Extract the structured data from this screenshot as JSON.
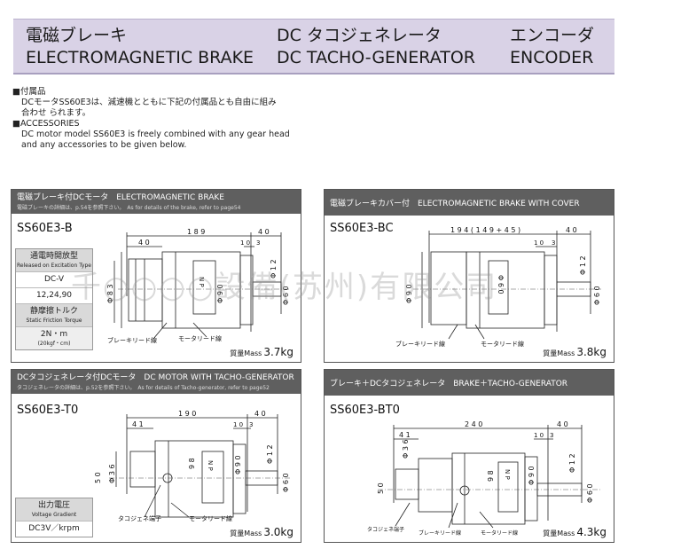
{
  "banner": {
    "brake_jp": "電磁ブレーキ",
    "brake_en": "ELECTROMAGNETIC BRAKE",
    "tacho_jp": "DC タコジェネレータ",
    "tacho_en": "DC TACHO-GENERATOR",
    "encoder_jp": "エンコーダ",
    "encoder_en": "ENCODER"
  },
  "accessories": {
    "heading_jp": "■付属品",
    "text_jp_1": "DCモータSS60E3は、減速機とともに下記の付属品とも自由に組み",
    "text_jp_2": "合わせ られます。",
    "heading_en": "■ACCESSORIES",
    "text_en_1": "DC motor model SS60E3 is freely combined with any gear head",
    "text_en_2": "and any accessories to be given below."
  },
  "panels": {
    "brake": {
      "title": "電磁ブレーキ付DCモータ　ELECTROMAGNETIC BRAKE",
      "subtitle": "電磁ブレーキの詳細は、p.54を参照下さい。　As for details of the brake, refer to page54",
      "model": "SS60E3-B",
      "spec_h1_jp": "通電時開放型",
      "spec_h1_en": "Released on Excitation Type",
      "spec_v1": "DC-V",
      "spec_v2": "12,24,90",
      "spec_h2_jp": "静摩擦トルク",
      "spec_h2_en": "Static Friction Torque",
      "spec_v3": "2N・m",
      "spec_v3_sub": "(20kgf・cm)",
      "mass_label": "質量Mass",
      "mass_value": "3.7kg",
      "dims": {
        "d189": "1 8 9",
        "d40a": "4 0",
        "d40b": "4 0",
        "d10": "1 0",
        "d3": "3",
        "phi83": "Φ 8 3",
        "phi90": "Φ 9 0",
        "phi12": "Φ 1 2",
        "phi60": "Φ 6 0",
        "np": "N P",
        "lead_brake": "ブレーキリード線",
        "lead_motor": "モータリード線"
      }
    },
    "brake_cover": {
      "title": "電磁ブレーキカバー付　ELECTROMAGNETIC BRAKE WITH COVER",
      "model": "SS60E3-BC",
      "mass_label": "質量Mass",
      "mass_value": "3.8kg",
      "dims": {
        "d194": "1 9 4 ( 1 4 9 + 4 5 )",
        "d40": "4 0",
        "d10": "1 0",
        "d3": "3",
        "phi90": "Φ 9 0",
        "phi60i": "Φ 6 0",
        "phi12": "Φ 1 2",
        "phi60": "Φ 6 0",
        "lead_brake": "ブレーキリード線",
        "lead_motor": "モータリード線"
      }
    },
    "tacho": {
      "title": "DCタコジェネレータ付DCモータ　DC MOTOR WITH TACHO-GENERATOR",
      "subtitle": "タコジェネレータの詳細は、p.52を参照下さい。　As for details of Tacho-generator, refer to page52",
      "model": "SS60E3-T0",
      "spec_h1_jp": "出力電圧",
      "spec_h1_en": "Voltage Gradient",
      "spec_v1": "DC3V／krpm",
      "mass_label": "質量Mass",
      "mass_value": "3.0kg",
      "dims": {
        "d190": "1 9 0",
        "d41": "4 1",
        "d40": "4 0",
        "d10": "1 0",
        "d3": "3",
        "d50": "5 0",
        "phi36": "Φ 3 6",
        "phi98": "9 8",
        "phi90": "Φ 9 0",
        "phi12": "Φ 1 2",
        "phi60": "Φ 6 0",
        "np": "N P",
        "lead_tacho": "タコジェネ端子",
        "lead_motor": "モータリード線"
      }
    },
    "brake_tacho": {
      "title": "ブレーキ＋DCタコジェネレータ　BRAKE＋TACHO-GENERATOR",
      "model": "SS60E3-BT0",
      "mass_label": "質量Mass",
      "mass_value": "4.3kg",
      "dims": {
        "d240": "2 4 0",
        "d41": "4 1",
        "d40": "4 0",
        "d10": "1 0",
        "d3": "3",
        "d50": "5 0",
        "phi36": "Φ 3 6",
        "phi98": "9 8",
        "phi90": "Φ 9 0",
        "phi12": "Φ 1 2",
        "phi60": "Φ 6 0",
        "np": "N P",
        "lead_tacho": "タコジェネ端子",
        "lead_brake": "ブレーキリード線",
        "lead_motor": "モータリード線"
      }
    }
  },
  "watermark": "千○○○○設備(苏州)有限公司"
}
